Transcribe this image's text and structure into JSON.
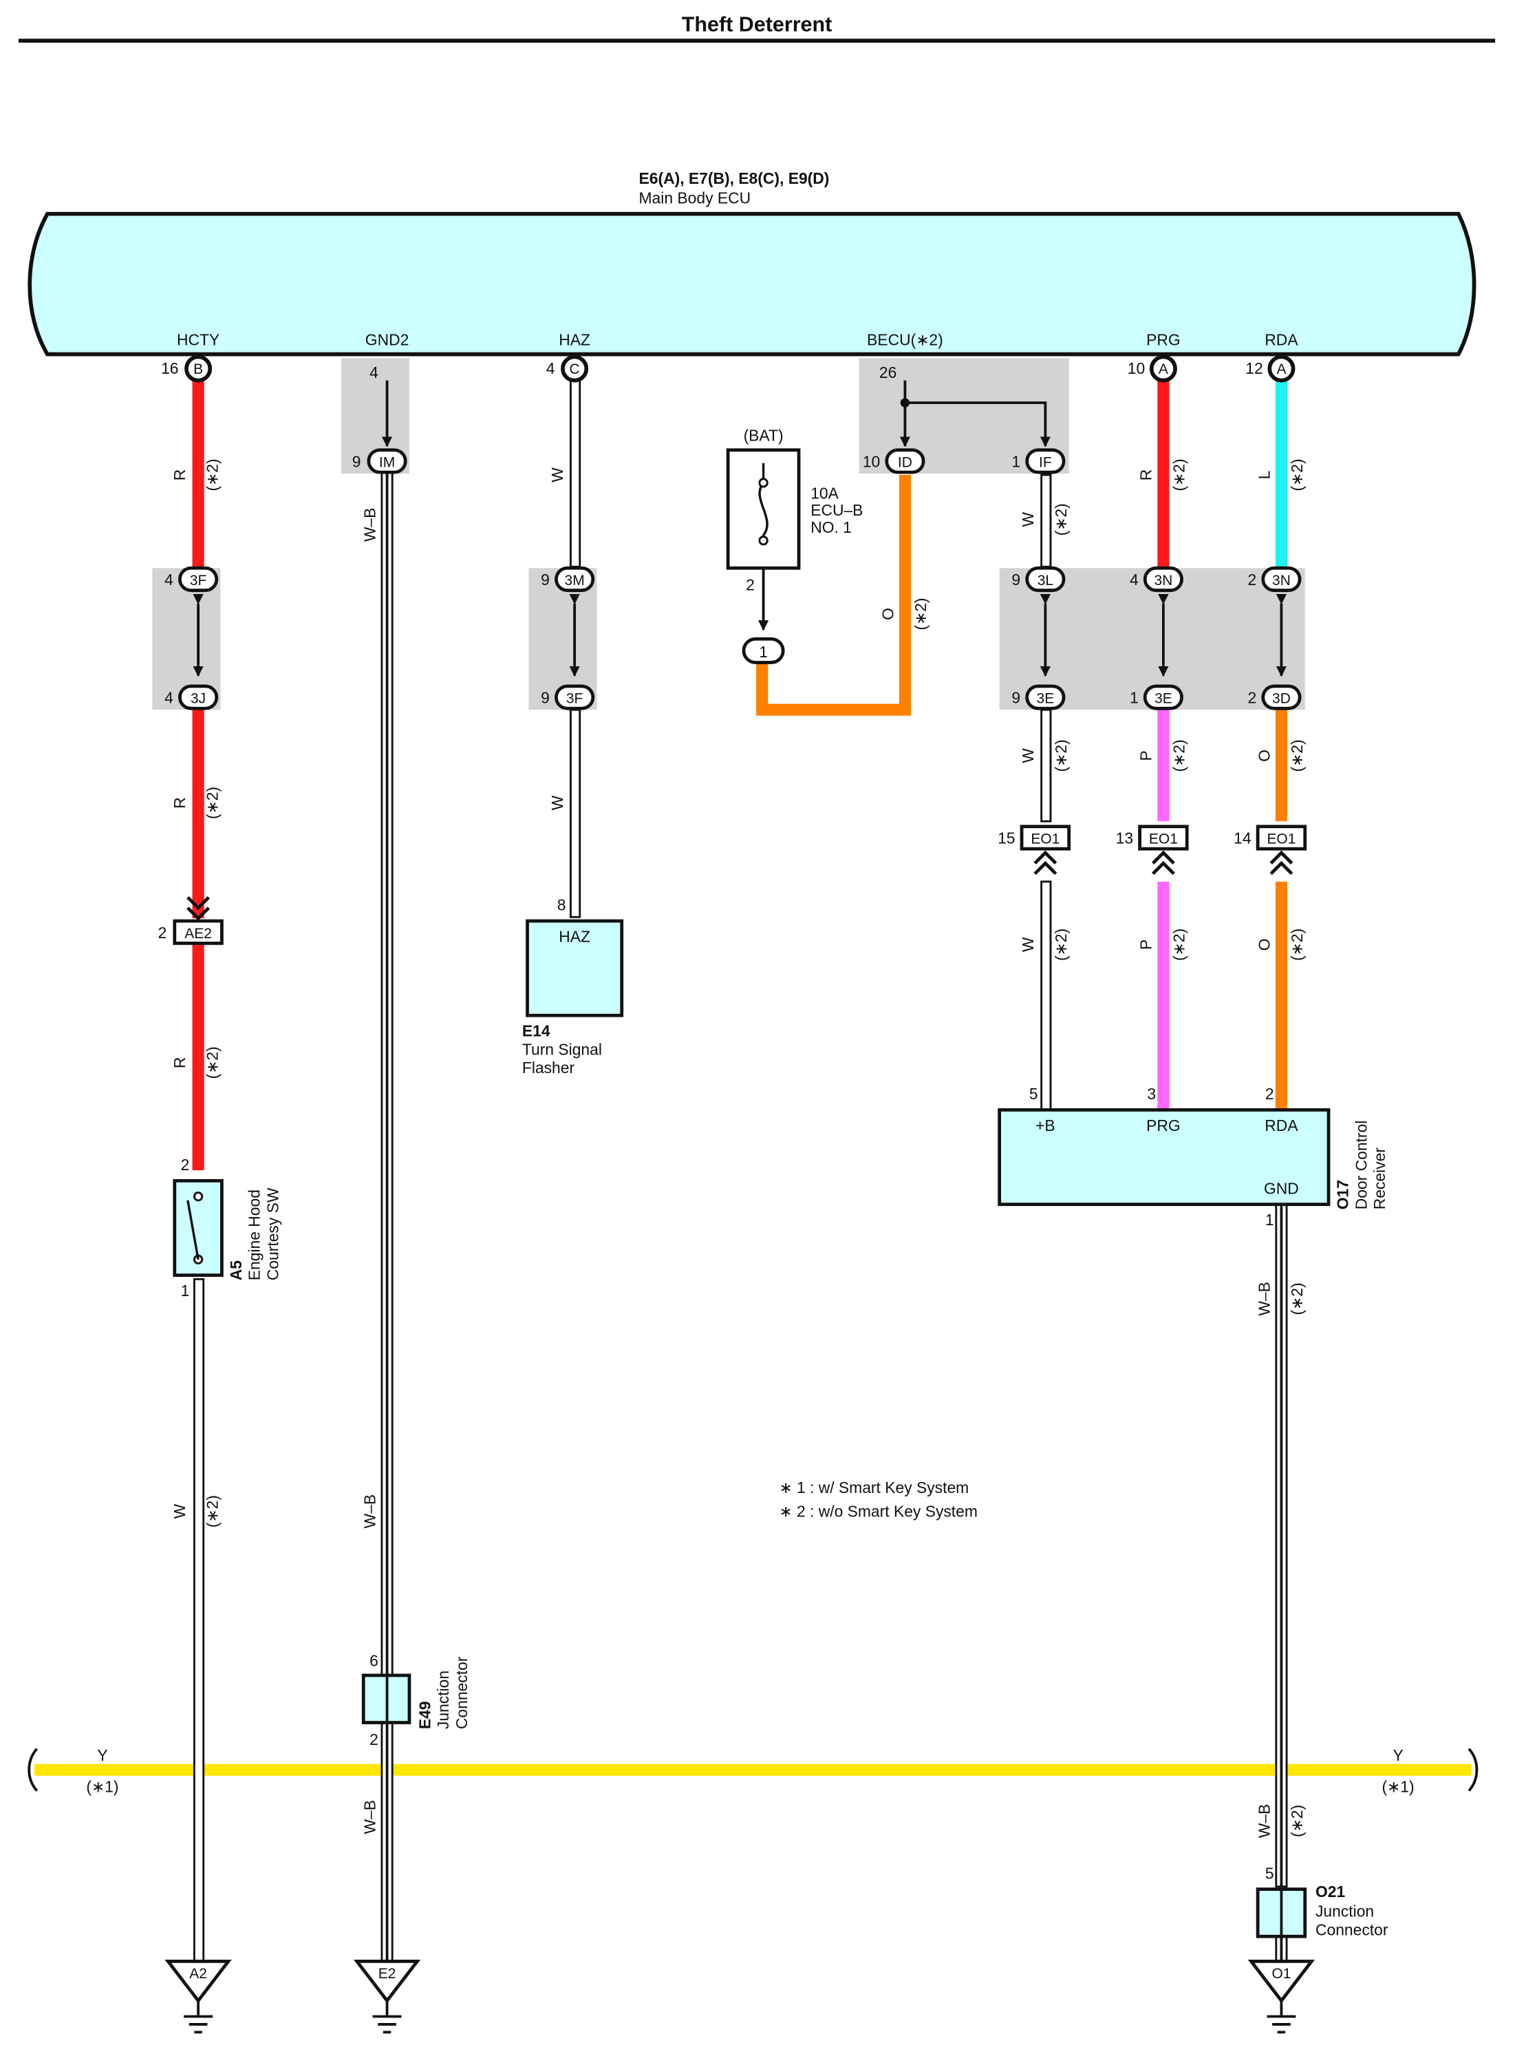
{
  "title": "Theft Deterrent",
  "ecu": {
    "id_line": "E6(A), E7(B), E8(C), E9(D)",
    "name": "Main Body ECU",
    "pins": [
      {
        "label": "HCTY",
        "pin": "16",
        "conn": "B"
      },
      {
        "label": "GND2",
        "pin": "4",
        "conn": ""
      },
      {
        "label": "HAZ",
        "pin": "4",
        "conn": "C"
      },
      {
        "label": "BECU(∗2)",
        "pin": "26",
        "conn": ""
      },
      {
        "label": "PRG",
        "pin": "10",
        "conn": "A"
      },
      {
        "label": "RDA",
        "pin": "12",
        "conn": "A"
      }
    ]
  },
  "fuse": {
    "source": "(BAT)",
    "rating": "10A",
    "name1": "ECU–B",
    "name2": "NO. 1",
    "pin": "2",
    "junction": "1"
  },
  "connectors": [
    {
      "id": "IM",
      "pin": "9"
    },
    {
      "id": "ID",
      "pin": "10"
    },
    {
      "id": "IF",
      "pin": "1"
    },
    {
      "id": "3F",
      "pin": "4"
    },
    {
      "id": "3J",
      "pin": "4"
    },
    {
      "id": "3M",
      "pin": "9"
    },
    {
      "id": "3F",
      "pin": "9"
    },
    {
      "id": "3L",
      "pin": "9"
    },
    {
      "id": "3N",
      "pin": "4"
    },
    {
      "id": "3N",
      "pin": "2"
    },
    {
      "id": "3E",
      "pin": "9"
    },
    {
      "id": "3E",
      "pin": "1"
    },
    {
      "id": "3D",
      "pin": "2"
    },
    {
      "id": "AE2",
      "pin": "2"
    },
    {
      "id": "EO1",
      "pin": "15"
    },
    {
      "id": "EO1",
      "pin": "13"
    },
    {
      "id": "EO1",
      "pin": "14"
    }
  ],
  "wire_labels": {
    "r": "R",
    "w": "W",
    "wb": "W–B",
    "l": "L",
    "o": "O",
    "p": "P",
    "y": "Y",
    "note2": "(∗2)",
    "note1": "(∗1)"
  },
  "flasher": {
    "pin": "8",
    "terminal": "HAZ",
    "code": "E14",
    "name1": "Turn Signal",
    "name2": "Flasher"
  },
  "hood_sw": {
    "pin_top": "2",
    "pin_bottom": "1",
    "code": "A5",
    "name1": "Engine Hood",
    "name2": "Courtesy SW"
  },
  "receiver": {
    "terminals": [
      "+B",
      "PRG",
      "RDA",
      "GND"
    ],
    "pins": [
      "5",
      "3",
      "2",
      "1"
    ],
    "code": "O17",
    "name1": "Door Control",
    "name2": "Receiver"
  },
  "junction_e49": {
    "pin_top": "6",
    "pin_bottom": "2",
    "code": "E49",
    "name1": "Junction",
    "name2": "Connector"
  },
  "junction_o21": {
    "pin": "5",
    "code": "O21",
    "name1": "Junction",
    "name2": "Connector"
  },
  "grounds": [
    "A2",
    "E2",
    "O1"
  ],
  "notes": [
    "∗ 1 : w/ Smart Key System",
    "∗ 2 : w/o Smart Key System"
  ],
  "colors": {
    "red": "#ff1a1a",
    "cyan": "#1ff0f0",
    "orange": "#ff8000",
    "pink": "#ff66ff",
    "yellow": "#ffe600",
    "box": "#ccffff",
    "shade": "#d3d3d3"
  }
}
